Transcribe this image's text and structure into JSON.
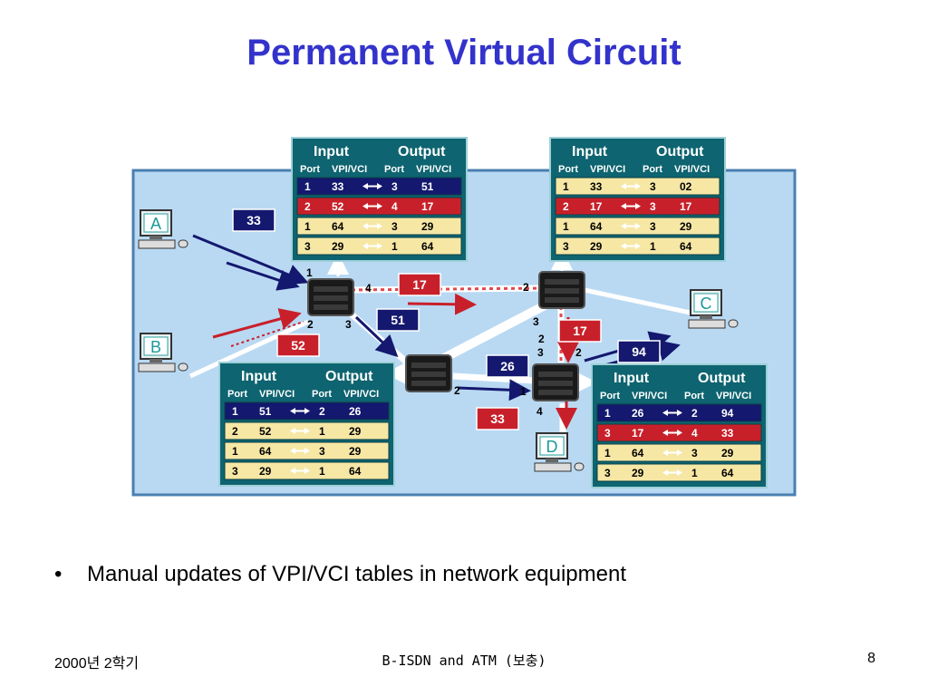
{
  "title": "Permanent Virtual Circuit",
  "bullet": "Manual updates of VPI/VCI tables in network equipment",
  "footer": {
    "left": "2000년 2학기",
    "center": "B-ISDN and ATM (보충)",
    "right": "8"
  },
  "header_labels": {
    "input": "Input",
    "output": "Output",
    "port": "Port",
    "vpivci": "VPI/VCI"
  },
  "colors": {
    "title": "#3333cc",
    "background": "#b9d9f3",
    "table_body": "#0e6470",
    "row_navy": "#14186e",
    "row_red": "#c8202a",
    "row_yellow": "#f6e7a5",
    "tag_navy": "#14186e",
    "tag_red": "#c8202a"
  },
  "tables": [
    {
      "name": "switch-1-table",
      "rows": [
        {
          "in_port": "1",
          "in_vc": "33",
          "out_port": "3",
          "out_vc": "51",
          "style": "navy"
        },
        {
          "in_port": "2",
          "in_vc": "52",
          "out_port": "4",
          "out_vc": "17",
          "style": "red"
        },
        {
          "in_port": "1",
          "in_vc": "64",
          "out_port": "3",
          "out_vc": "29",
          "style": "yellow"
        },
        {
          "in_port": "3",
          "in_vc": "29",
          "out_port": "1",
          "out_vc": "64",
          "style": "yellow"
        }
      ]
    },
    {
      "name": "switch-2-table",
      "rows": [
        {
          "in_port": "1",
          "in_vc": "33",
          "out_port": "3",
          "out_vc": "02",
          "style": "yellow"
        },
        {
          "in_port": "2",
          "in_vc": "17",
          "out_port": "3",
          "out_vc": "17",
          "style": "red"
        },
        {
          "in_port": "1",
          "in_vc": "64",
          "out_port": "3",
          "out_vc": "29",
          "style": "yellow"
        },
        {
          "in_port": "3",
          "in_vc": "29",
          "out_port": "1",
          "out_vc": "64",
          "style": "yellow"
        }
      ]
    },
    {
      "name": "switch-3-table",
      "rows": [
        {
          "in_port": "1",
          "in_vc": "51",
          "out_port": "2",
          "out_vc": "26",
          "style": "navy"
        },
        {
          "in_port": "2",
          "in_vc": "52",
          "out_port": "1",
          "out_vc": "29",
          "style": "yellow"
        },
        {
          "in_port": "1",
          "in_vc": "64",
          "out_port": "3",
          "out_vc": "29",
          "style": "yellow"
        },
        {
          "in_port": "3",
          "in_vc": "29",
          "out_port": "1",
          "out_vc": "64",
          "style": "yellow"
        }
      ]
    },
    {
      "name": "switch-4-table",
      "rows": [
        {
          "in_port": "1",
          "in_vc": "26",
          "out_port": "2",
          "out_vc": "94",
          "style": "navy"
        },
        {
          "in_port": "3",
          "in_vc": "17",
          "out_port": "4",
          "out_vc": "33",
          "style": "red"
        },
        {
          "in_port": "1",
          "in_vc": "64",
          "out_port": "3",
          "out_vc": "29",
          "style": "yellow"
        },
        {
          "in_port": "3",
          "in_vc": "29",
          "out_port": "1",
          "out_vc": "64",
          "style": "yellow"
        }
      ]
    }
  ],
  "terminals": [
    {
      "label": "A"
    },
    {
      "label": "B"
    },
    {
      "label": "C"
    },
    {
      "label": "D"
    }
  ],
  "vc_tags": [
    {
      "text": "33",
      "color": "navy"
    },
    {
      "text": "52",
      "color": "red"
    },
    {
      "text": "17",
      "color": "red"
    },
    {
      "text": "51",
      "color": "navy"
    },
    {
      "text": "17",
      "color": "red"
    },
    {
      "text": "26",
      "color": "navy"
    },
    {
      "text": "94",
      "color": "navy"
    },
    {
      "text": "33",
      "color": "red"
    }
  ],
  "port_labels": [
    {
      "text": "1"
    },
    {
      "text": "4"
    },
    {
      "text": "2"
    },
    {
      "text": "3"
    },
    {
      "text": "2"
    },
    {
      "text": "3"
    },
    {
      "text": "2"
    },
    {
      "text": "2"
    },
    {
      "text": "1"
    },
    {
      "text": "3"
    },
    {
      "text": "2"
    },
    {
      "text": "4"
    }
  ]
}
